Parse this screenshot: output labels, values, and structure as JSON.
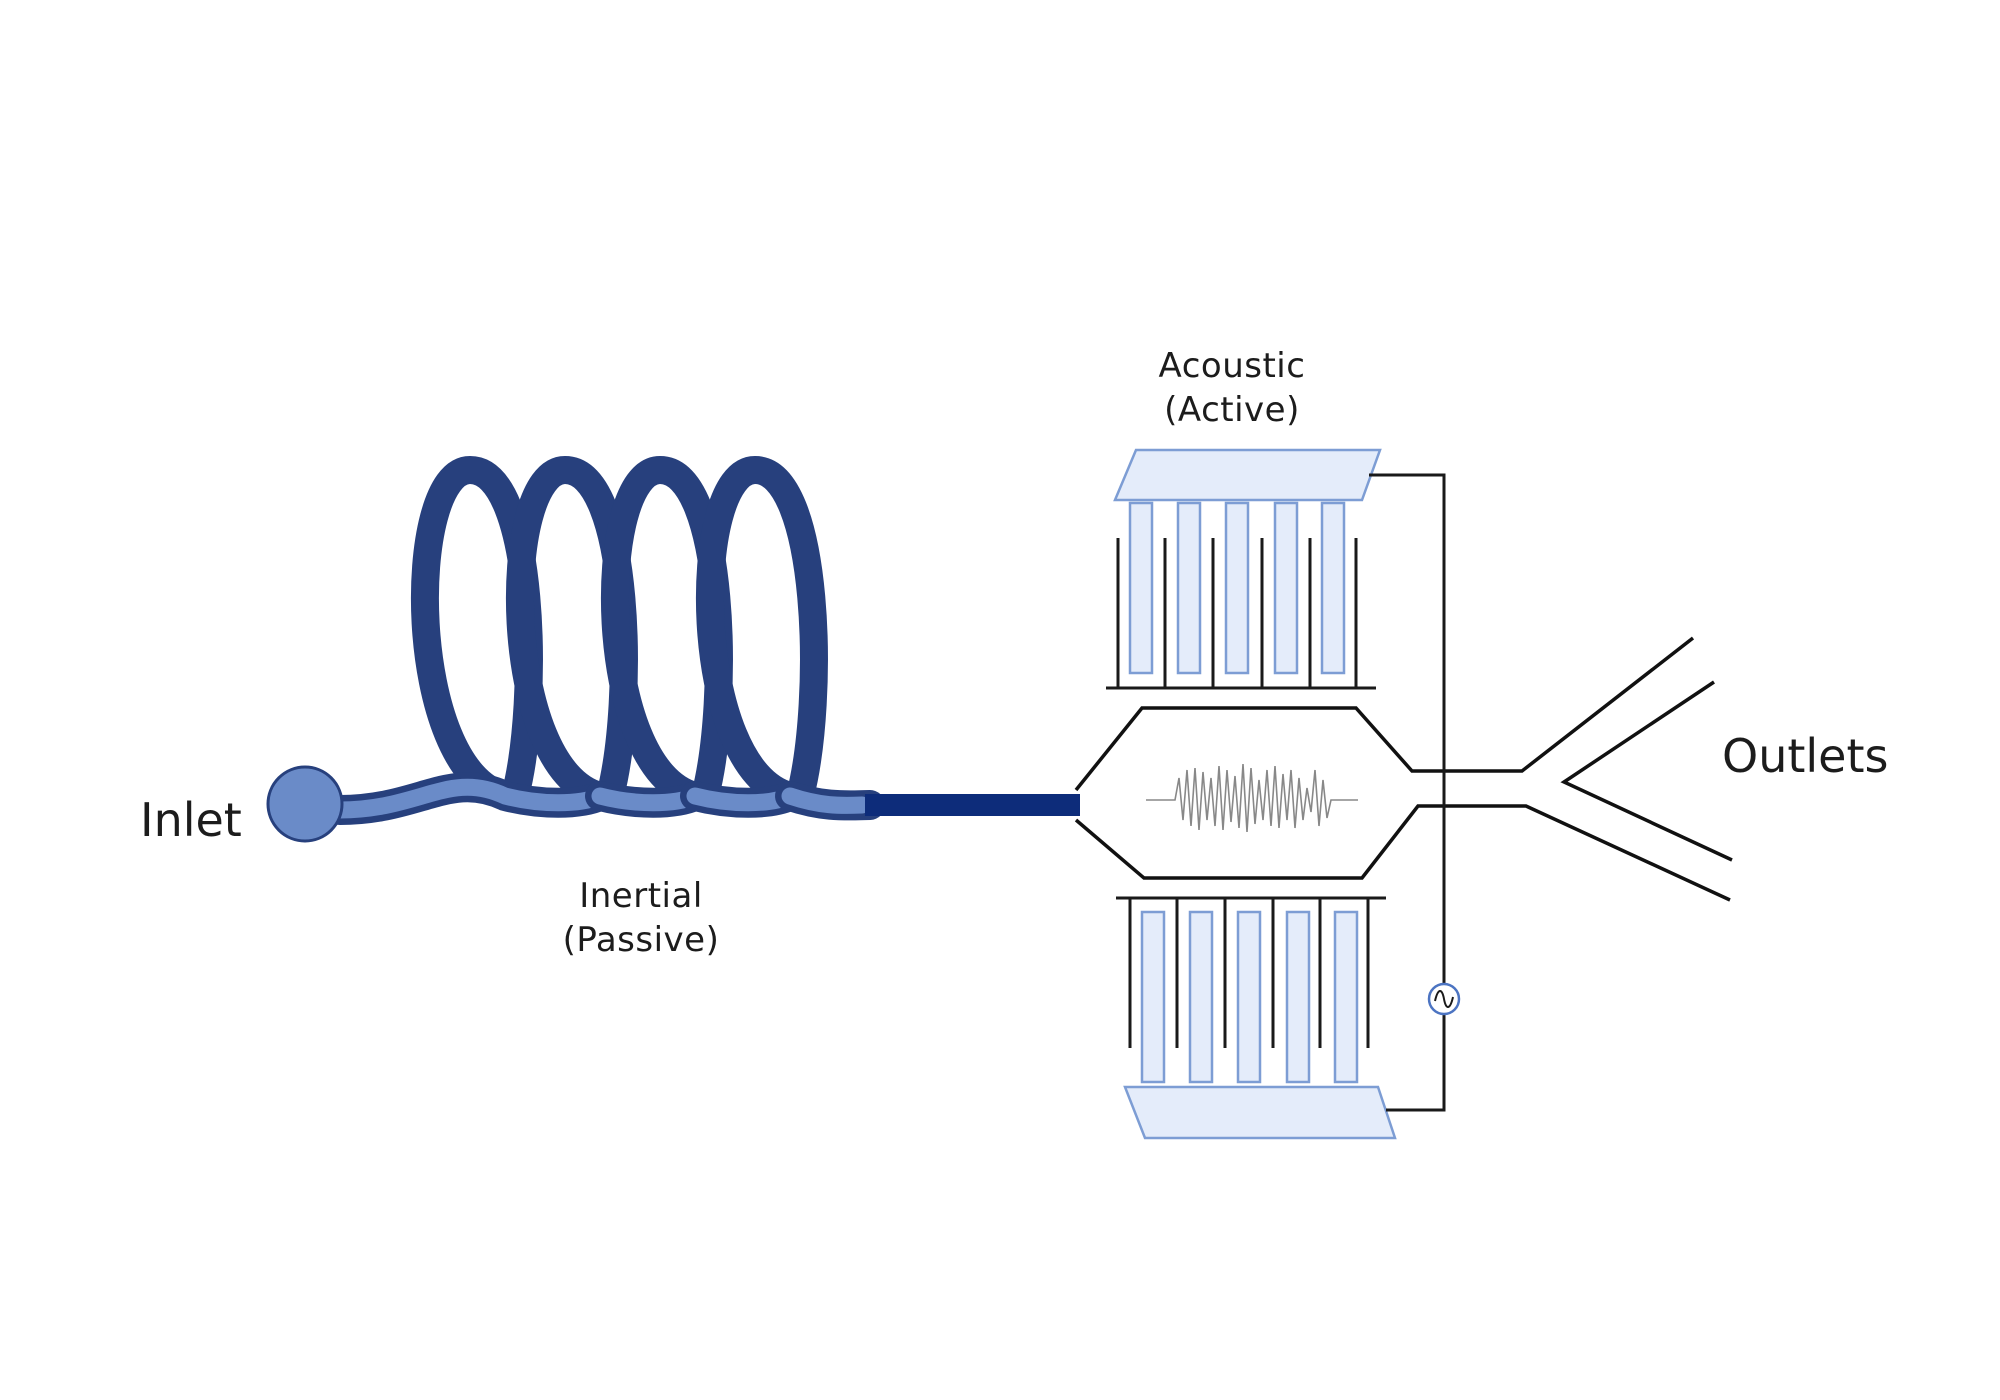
{
  "labels": {
    "inlet": "Inlet",
    "outlets": "Outlets",
    "inertial_line1": "Inertial",
    "inertial_line2": "(Passive)",
    "acoustic_line1": "Acoustic",
    "acoustic_line2": "(Active)"
  },
  "icons": {
    "ac_source": "ac-source-icon",
    "acoustic_wave": "acoustic-wave-icon"
  },
  "colors": {
    "coil_dark": "#27407d",
    "coil_light": "#6a8bc8",
    "straight_channel": "#0d2c7a",
    "electrode_fill": "#e4ecfa",
    "electrode_stroke": "#7d9dd4"
  }
}
